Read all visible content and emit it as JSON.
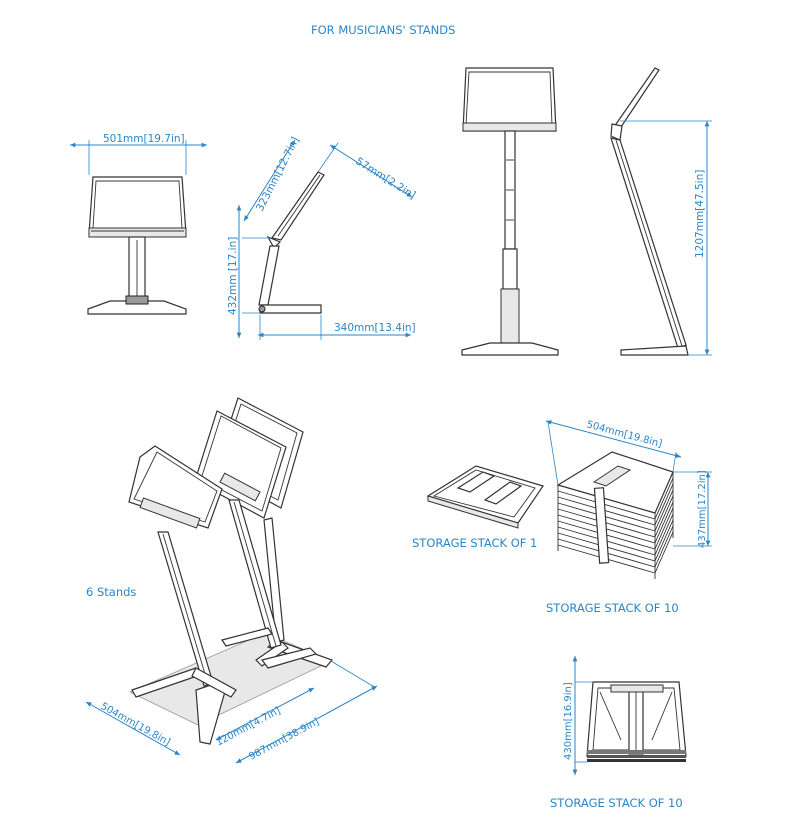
{
  "title": "FOR MUSICIANS' STANDS",
  "captions": {
    "six_stands": "6 Stands",
    "storage_1": "STORAGE STACK OF 1",
    "storage_10_a": "STORAGE STACK OF 10",
    "storage_10_b": "STORAGE STACK OF 10"
  },
  "dimensions": {
    "front_width": "501mm[19.7in]",
    "desk_depth": "323mm[12.7in]",
    "lip": "57mm[2.2in]",
    "side_height": "432mm [17.in]",
    "base_depth": "340mm[13.4in]",
    "tall_height": "1207mm[47.5in]",
    "stack_width": "504mm[19.8in]",
    "stack_height": "437mm[17.2in]",
    "group_width": "504mm[19.8in]",
    "group_spacing": "120mm[4.7in]",
    "group_depth": "987mm[38.9in]",
    "front_stack_height": "430mm[16.9in]"
  },
  "colors": {
    "annotation": "#2a86c8",
    "line": "#333333"
  }
}
